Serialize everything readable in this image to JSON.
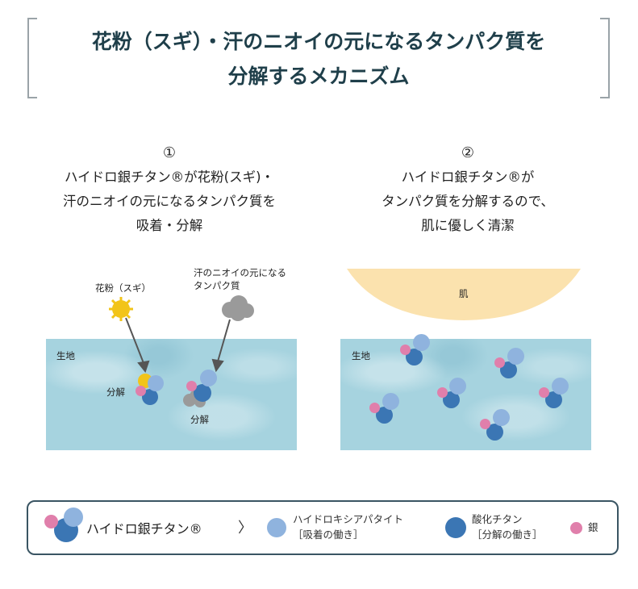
{
  "title": {
    "line1": "花粉（スギ）・汗のニオイの元になるタンパク質を",
    "line2": "分解するメカニズム"
  },
  "step1": {
    "number": "①",
    "lines": [
      "ハイドロ銀チタン®が花粉(スギ)・",
      "汗のニオイの元になるタンパク質を",
      "吸着・分解"
    ],
    "pollen_label": "花粉（スギ）",
    "protein_label_1": "汗のニオイの元になる",
    "protein_label_2": "タンパク質",
    "fabric_label": "生地",
    "decompose_label_a": "分解",
    "decompose_label_b": "分解"
  },
  "step2": {
    "number": "②",
    "lines": [
      "ハイドロ銀チタン®が",
      "タンパク質を分解するので、",
      "肌に優しく清潔"
    ],
    "skin_label": "肌",
    "fabric_label": "生地"
  },
  "legend": {
    "main_label": "ハイドロ銀チタン®",
    "arrow": "〉",
    "ha_line1": "ハイドロキシアパタイト",
    "ha_line2": "［吸着の働き］",
    "ti_line1": "酸化チタン",
    "ti_line2": "［分解の働き］",
    "ag_label": "銀"
  },
  "colors": {
    "hydroxyapatite": "#8fb3de",
    "titanium_oxide": "#3b76b4",
    "silver": "#e07fab",
    "pollen": "#f2c419",
    "protein": "#9a9a9a",
    "fabric": "#a6d3df",
    "skin": "#fbe2ae"
  }
}
